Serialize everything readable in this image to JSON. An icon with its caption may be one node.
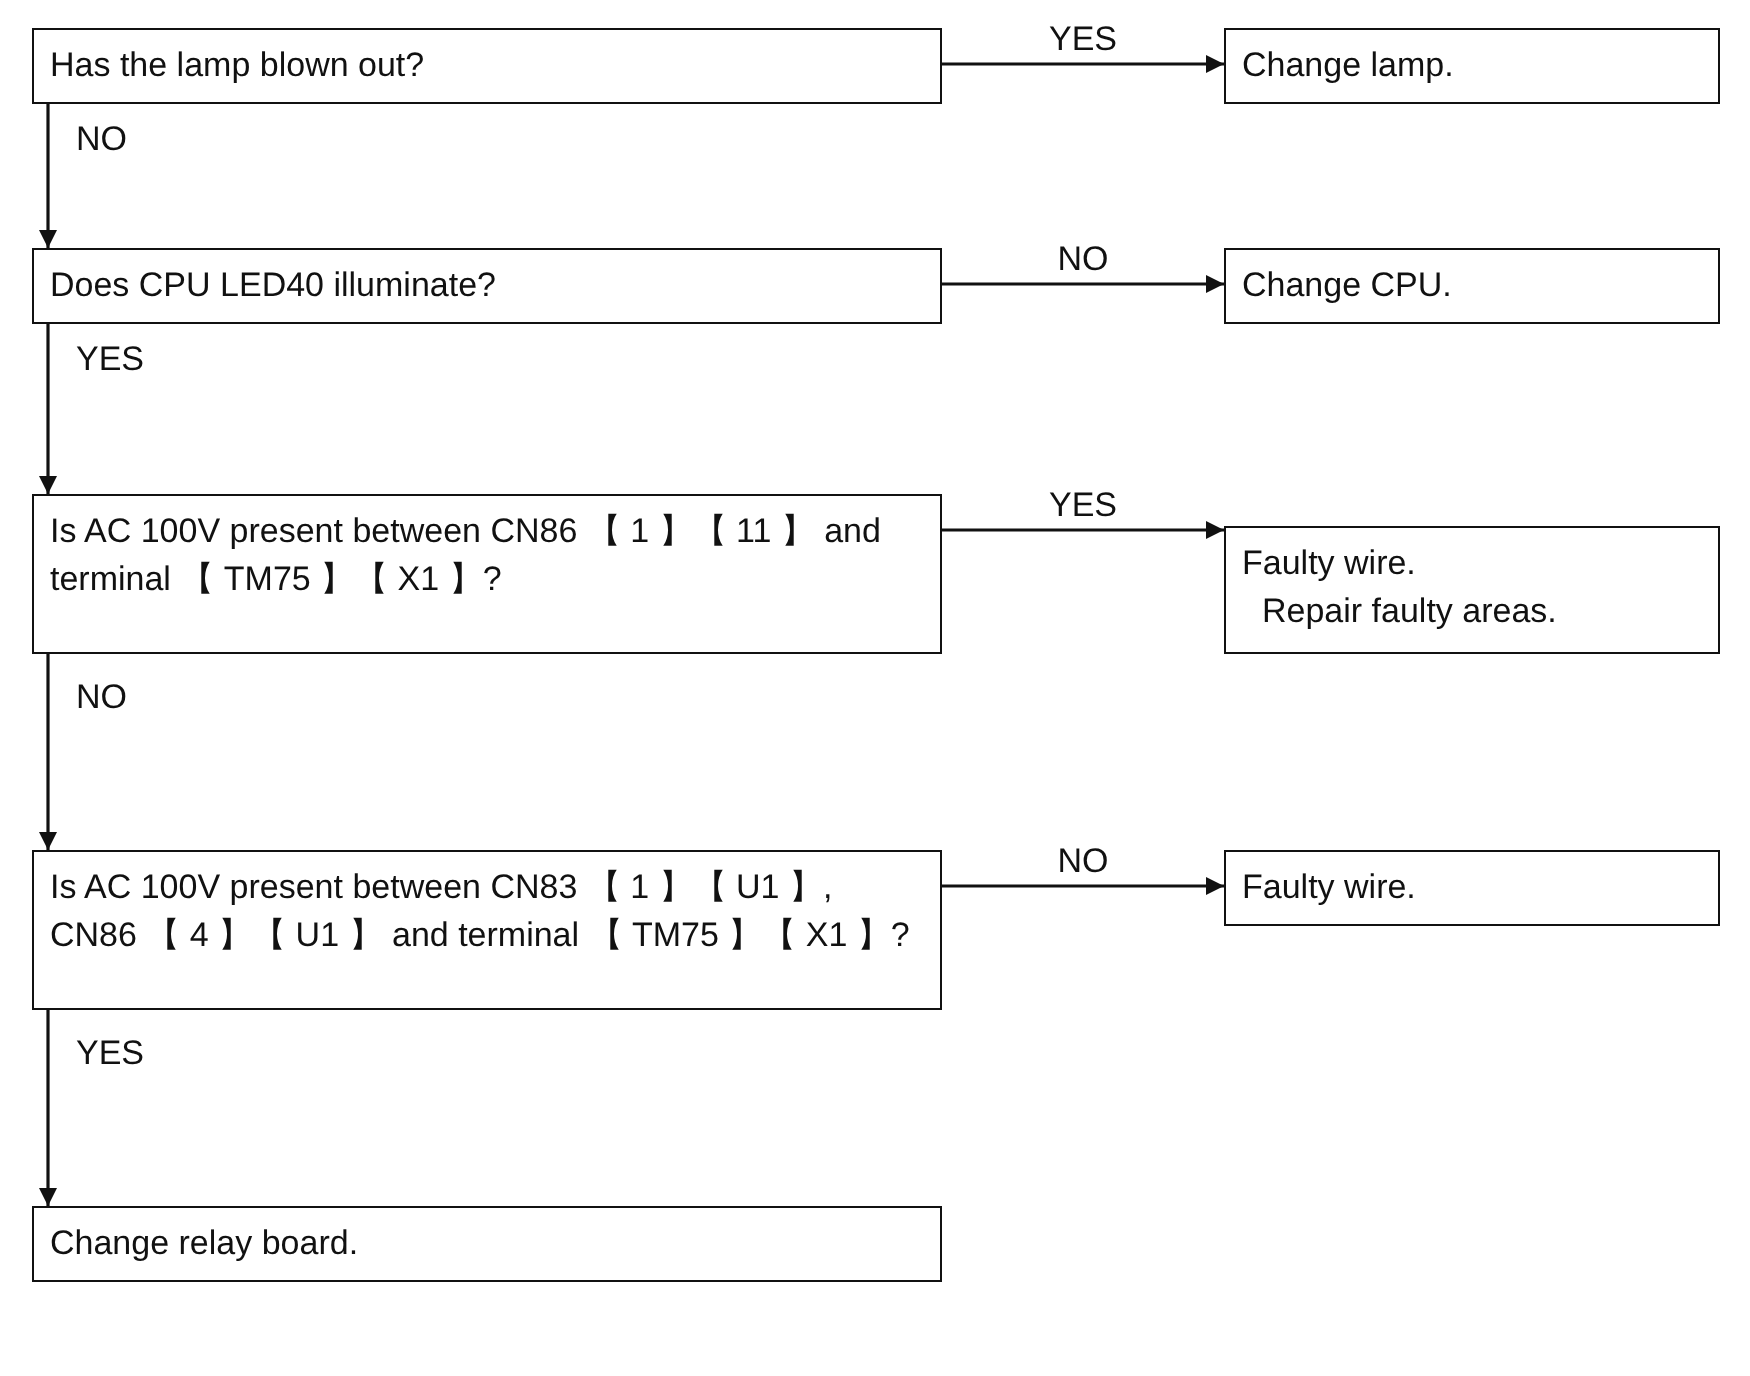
{
  "diagram": {
    "nodes": [
      {
        "text": [
          "Has the lamp blown out?"
        ]
      },
      {
        "text": [
          "Change lamp."
        ]
      },
      {
        "text": [
          "Does CPU LED40 illuminate?"
        ]
      },
      {
        "text": [
          "Change CPU."
        ]
      },
      {
        "text": [
          "Is AC 100V present between CN86 【 1 】【 11 】 and terminal 【 TM75 】【 X1 】?"
        ]
      },
      {
        "text": [
          "Faulty wire.",
          "Repair faulty areas."
        ]
      },
      {
        "text": [
          "Is AC 100V present between CN83 【 1 】【 U1 】, CN86 【 4 】【 U1 】 and terminal 【 TM75 】【 X1 】?"
        ]
      },
      {
        "text": [
          "Faulty wire."
        ]
      },
      {
        "text": [
          "Change relay board."
        ]
      }
    ],
    "edges": [
      {
        "from": 0,
        "to": 1,
        "arrow": "to",
        "label": "YES"
      },
      {
        "from": 0,
        "to": 2,
        "arrow": "to",
        "label": "NO"
      },
      {
        "from": 2,
        "to": 3,
        "arrow": "to",
        "label": "NO"
      },
      {
        "from": 2,
        "to": 4,
        "arrow": "to",
        "label": "YES"
      },
      {
        "from": 4,
        "to": 5,
        "arrow": "to",
        "label": "YES"
      },
      {
        "from": 4,
        "to": 6,
        "arrow": "to",
        "label": "NO"
      },
      {
        "from": 6,
        "to": 7,
        "arrow": "to",
        "label": "NO"
      },
      {
        "from": 6,
        "to": 8,
        "arrow": "to",
        "label": "YES"
      }
    ]
  }
}
